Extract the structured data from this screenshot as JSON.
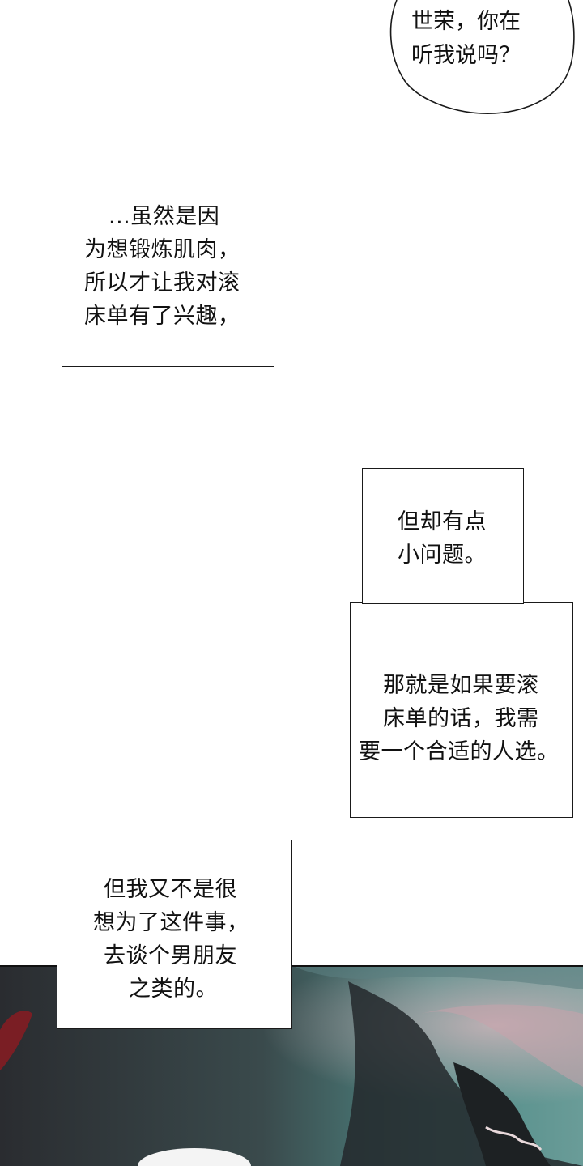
{
  "panels": {
    "speech_bubble": {
      "lines": [
        "世荣，你在",
        "听我说吗？"
      ]
    },
    "caption_1": {
      "lines": [
        "...虽然是因",
        "为想锻炼肌肉，",
        "所以才让我对滚",
        "床单有了兴趣，"
      ]
    },
    "caption_2": {
      "lines": [
        "但却有点",
        "小问题。"
      ]
    },
    "caption_3": {
      "lines": [
        "那就是如果要滚",
        "床单的话，我需",
        "要一个合适的人选。"
      ]
    },
    "caption_4": {
      "lines": [
        "但我又不是很",
        "想为了这件事，",
        "去谈个男朋友",
        "之类的。"
      ]
    }
  },
  "colors": {
    "ink": "#111111",
    "scene_dark": "#2b2f33",
    "scene_teal": "#4f8a86",
    "scene_pink": "#c9a2ab"
  }
}
